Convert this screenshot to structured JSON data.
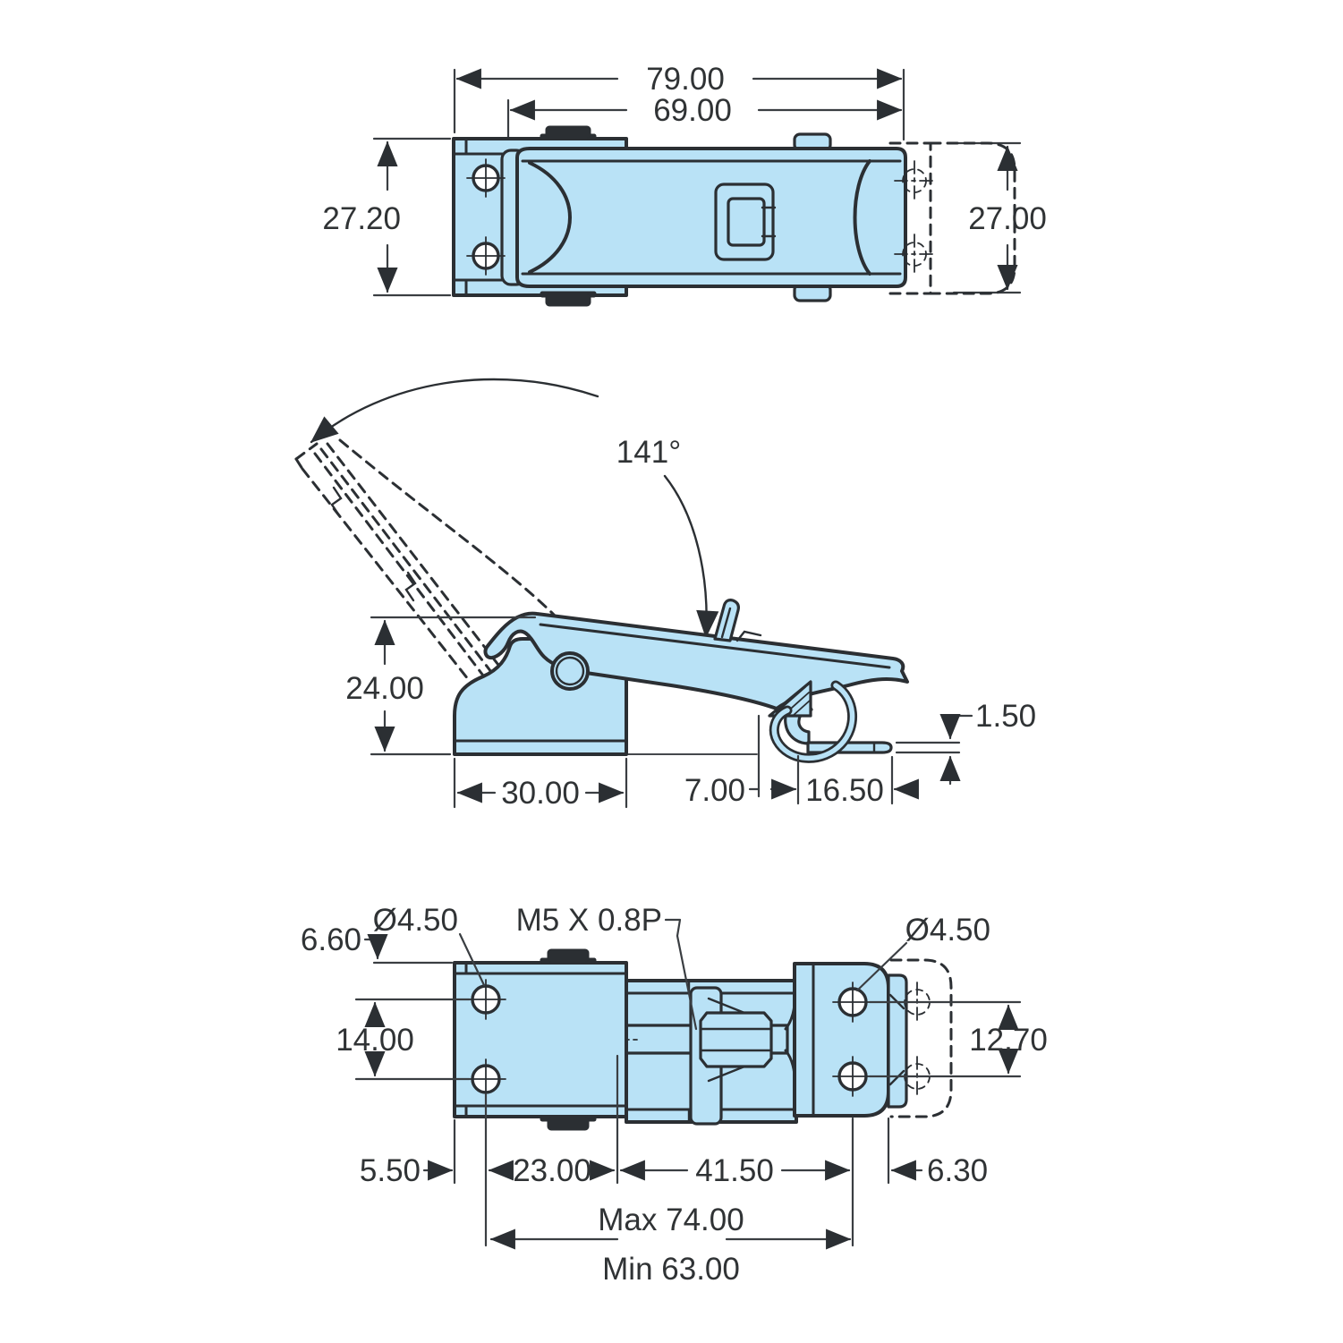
{
  "views": {
    "top": {
      "dims": {
        "overall_length": "79.00",
        "lever_length": "69.00",
        "base_width": "27.20",
        "keeper_width": "27.00"
      }
    },
    "side": {
      "dims": {
        "opening_angle": "141°",
        "height": "24.00",
        "base_length": "30.00",
        "hook_gap": "7.00",
        "keeper_length": "16.50",
        "keeper_thickness": "1.50"
      }
    },
    "bottom": {
      "dims": {
        "hole_dia_left": "Ø4.50",
        "thread_spec": "M5 X 0.8P",
        "hole_dia_right": "Ø4.50",
        "edge_to_hole": "6.60",
        "hole_pitch_left": "14.00",
        "hole_pitch_right": "12.70",
        "end_to_hole": "5.50",
        "hole_to_slot": "23.00",
        "slot_to_hole": "41.50",
        "hole_to_end": "6.30",
        "centers_max": "Max 74.00",
        "centers_min": "Min  63.00"
      }
    }
  },
  "colors": {
    "part_fill": "#b9e2f6",
    "line": "#2b2f33",
    "dim_text": "#303335",
    "background": "#ffffff"
  }
}
